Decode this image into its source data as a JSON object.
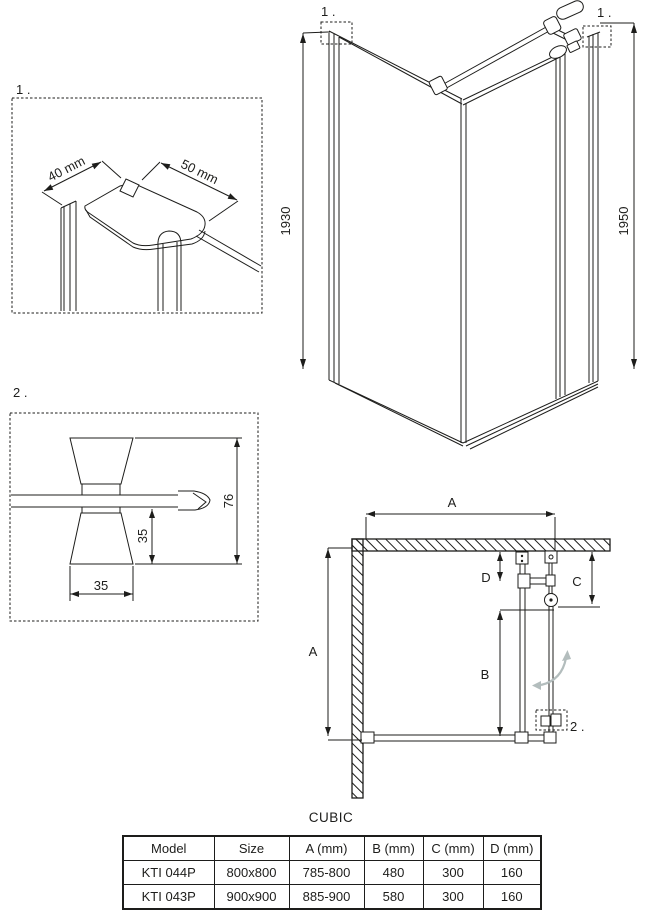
{
  "colors": {
    "line": "#1d1d1b",
    "swing_arrow_gray": "#b3bdbd",
    "background": "#ffffff"
  },
  "iso_view": {
    "callout_left": "1 .",
    "callout_right": "1 .",
    "dim_height_left": "1930",
    "dim_height_right": "1950"
  },
  "detail_1": {
    "label": "1 .",
    "dim_left": "40 mm",
    "dim_right": "50 mm"
  },
  "detail_2": {
    "label": "2 .",
    "dim_total_height": "76",
    "dim_lower_height": "35",
    "dim_width": "35"
  },
  "plan_view": {
    "dim_width_top": "A",
    "dim_depth_left": "A",
    "dim_b": "B",
    "dim_c": "C",
    "dim_d": "D",
    "callout_handle": "2 ."
  },
  "product_name": "CUBIC",
  "table": {
    "headers": [
      "Model",
      "Size",
      "A (mm)",
      "B (mm)",
      "C (mm)",
      "D (mm)"
    ],
    "rows": [
      [
        "KTI 044P",
        "800x800",
        "785-800",
        "480",
        "300",
        "160"
      ],
      [
        "KTI 043P",
        "900x900",
        "885-900",
        "580",
        "300",
        "160"
      ]
    ]
  }
}
